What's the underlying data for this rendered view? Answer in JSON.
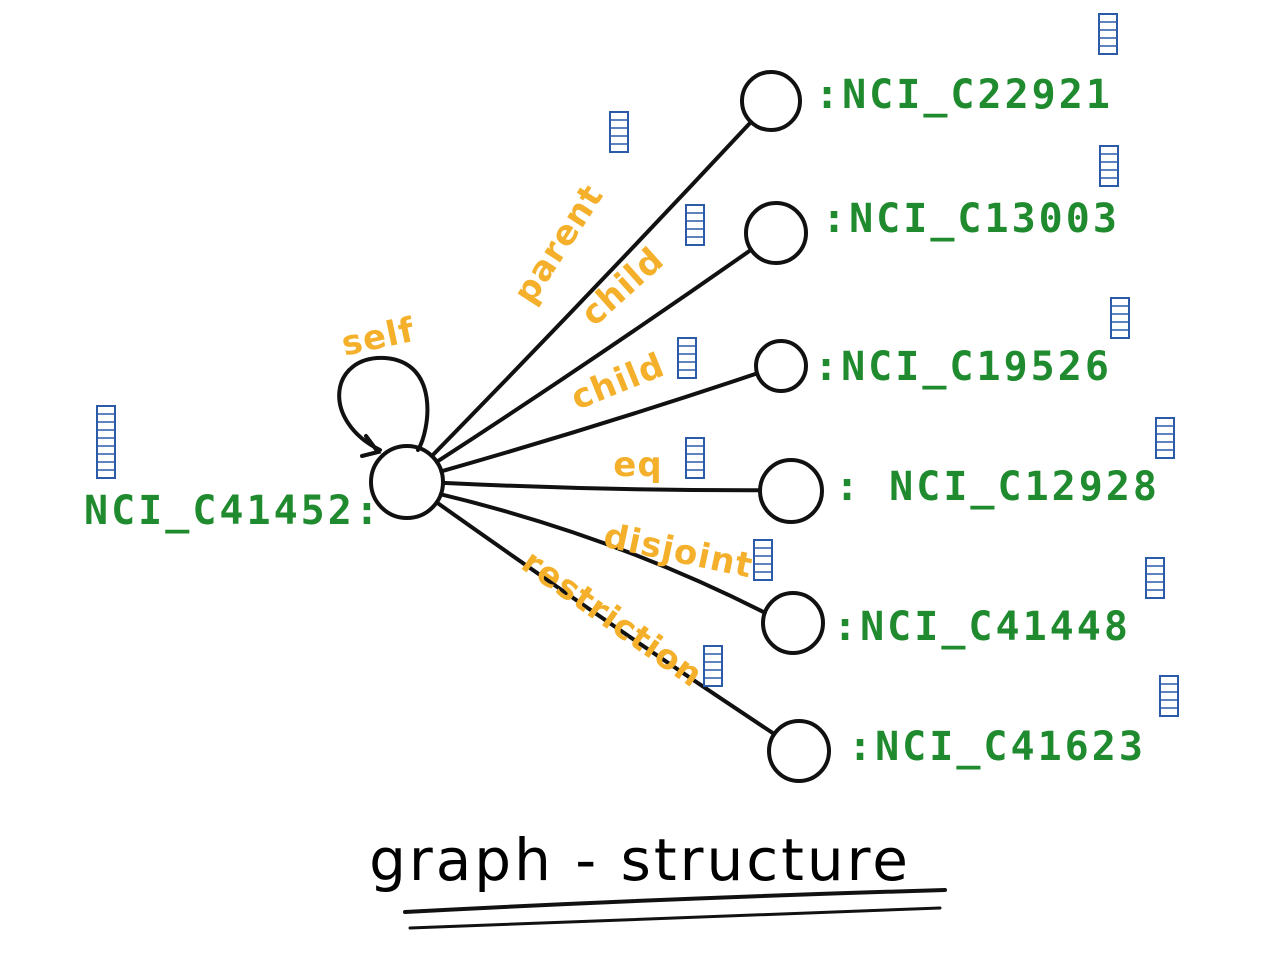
{
  "colors": {
    "node_stroke": "#111111",
    "id_label": "#1f8a2e",
    "edge_label": "#f4b02a",
    "vector_icon": "#2b5aa8",
    "title": "#111111"
  },
  "diagram": {
    "type": "graph",
    "center": {
      "id": "center",
      "label": "NCI_C41452:",
      "icon": "vector-embedding-icon"
    },
    "self_loop": {
      "label": "self"
    },
    "neighbors": [
      {
        "id": "n1",
        "label": ":NCI_C22921",
        "edge_label": "parent",
        "icon": "vector-embedding-icon"
      },
      {
        "id": "n2",
        "label": ":NCI_C13003",
        "edge_label": "child",
        "icon": "vector-embedding-icon"
      },
      {
        "id": "n3",
        "label": ":NCI_C19526",
        "edge_label": "child",
        "icon": "vector-embedding-icon"
      },
      {
        "id": "n4",
        "label": ": NCI_C12928",
        "edge_label": "eq",
        "icon": "vector-embedding-icon"
      },
      {
        "id": "n5",
        "label": ":NCI_C41448",
        "edge_label": "disjoint",
        "icon": "vector-embedding-icon"
      },
      {
        "id": "n6",
        "label": ":NCI_C41623",
        "edge_label": "restriction",
        "icon": "vector-embedding-icon"
      }
    ],
    "title": "graph - structure"
  }
}
